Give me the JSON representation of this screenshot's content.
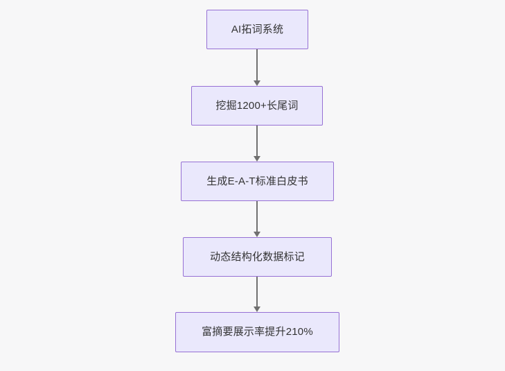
{
  "diagram": {
    "type": "flowchart",
    "orientation": "top-to-bottom",
    "background_color": "#f7f7f8",
    "node_fill_color": "#eae8fc",
    "node_border_color": "#9670d4",
    "node_text_color": "#333333",
    "edge_color": "#707070",
    "nodes": [
      {
        "id": "node-0",
        "label": "AI拓词系统"
      },
      {
        "id": "node-1",
        "label": "挖掘1200+长尾词"
      },
      {
        "id": "node-2",
        "label": "生成E-A-T标准白皮书"
      },
      {
        "id": "node-3",
        "label": "动态结构化数据标记"
      },
      {
        "id": "node-4",
        "label": "富摘要展示率提升210%"
      }
    ],
    "edges": [
      {
        "id": "edge-0",
        "from": "node-0",
        "to": "node-1",
        "label": "",
        "arrowhead": "solid-triangle"
      },
      {
        "id": "edge-1",
        "from": "node-1",
        "to": "node-2",
        "label": "",
        "arrowhead": "solid-triangle"
      },
      {
        "id": "edge-2",
        "from": "node-2",
        "to": "node-3",
        "label": "",
        "arrowhead": "solid-triangle"
      },
      {
        "id": "edge-3",
        "from": "node-3",
        "to": "node-4",
        "label": "",
        "arrowhead": "solid-triangle"
      }
    ]
  }
}
